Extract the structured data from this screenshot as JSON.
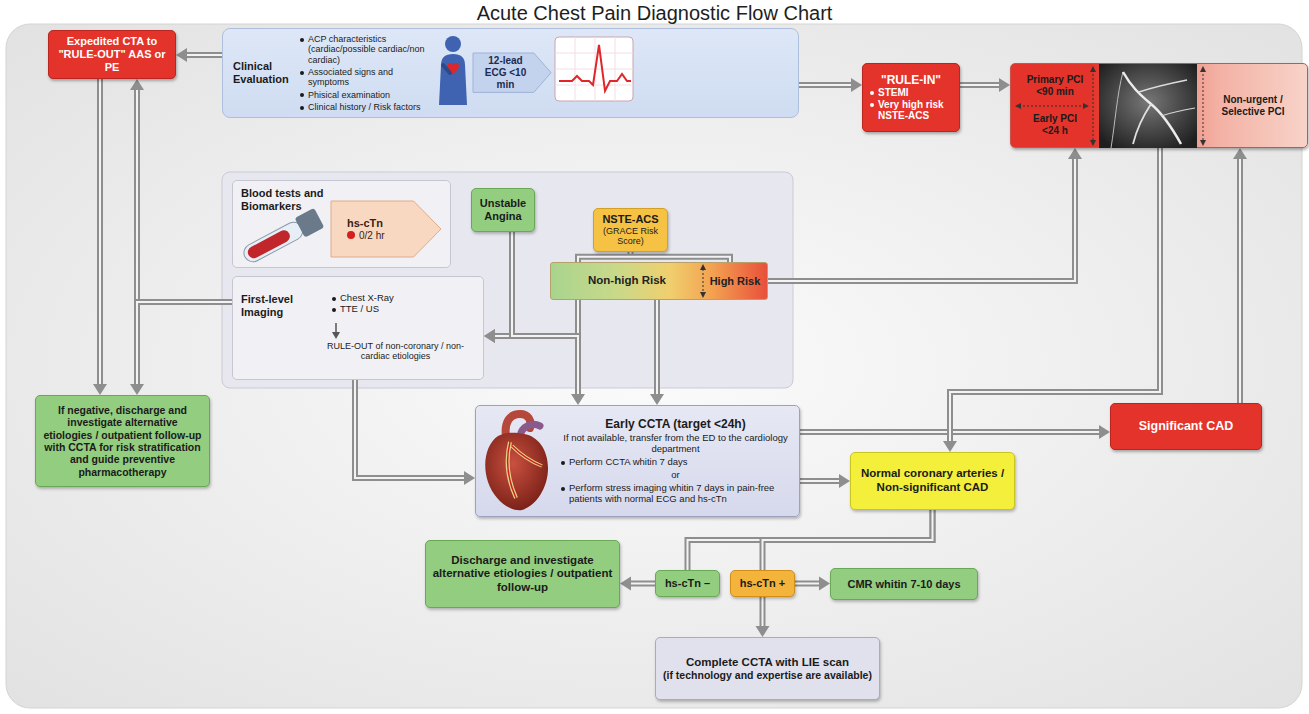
{
  "diagram": {
    "title": "Acute Chest Pain Diagnostic Flow Chart",
    "nodes": [
      {
        "text": [
          "Clinical Evaluation",
          "ACP characteristics (cardiac/possible cardiac/non cardiac)",
          "Associated signs and symptoms",
          "Phisical examination",
          "Clinical history / Risk factors"
        ]
      },
      {
        "text": [
          "12-lead ECG <10 min"
        ],
        "in": 0
      },
      {
        "text": [
          "Expedited CTA to \"RULE-OUT\" AAS or PE"
        ]
      },
      {
        "text": [
          "\"RULE-IN\"",
          "STEMI",
          "Very high risk NSTE-ACS"
        ]
      },
      {
        "text": [
          "Primary PCI <90 min",
          "Early PCI <24 h",
          "Non-urgent / Selective PCI"
        ]
      },
      {
        "text": [
          "Blood tests and Biomarkers"
        ]
      },
      {
        "text": [
          "hs-cTn",
          "0/2 hr"
        ],
        "in": 5
      },
      {
        "text": [
          "First-level Imaging",
          "Chest X-Ray",
          "TTE / US",
          "RULE-OUT of non-coronary / non-cardiac etiologies"
        ]
      },
      {
        "text": [
          "Unstable Angina"
        ]
      },
      {
        "text": [
          "NSTE-ACS",
          "(GRACE Risk Score)"
        ]
      },
      {
        "text": [
          "Non-high Risk",
          "High Risk"
        ]
      },
      {
        "text": [
          "If negative, discharge and investigate alternative etiologies / outpatient follow-up with CCTA for risk stratification and guide preventive pharmacotherapy"
        ]
      },
      {
        "text": [
          "Early CCTA (target <24h)",
          "If not available, transfer from the ED to the cardiology department",
          "Perform CCTA whitin 7 days",
          "or",
          "Perform stress imaging whitin 7 days in pain-free patients with normal ECG and hs-cTn"
        ]
      },
      {
        "text": [
          "Significant CAD"
        ]
      },
      {
        "text": [
          "Normal coronary arteries / Non-significant CAD"
        ]
      },
      {
        "text": [
          "Discharge and investigate alternative etiologies / outpatient follow-up"
        ]
      },
      {
        "text": [
          "hs-cTn –"
        ]
      },
      {
        "text": [
          "hs-cTn +"
        ]
      },
      {
        "text": [
          "CMR whitin 7-10 days"
        ]
      },
      {
        "text": [
          "Complete CCTA with LIE scan",
          "(if technology and expertise are available)"
        ]
      }
    ],
    "edges": [
      {
        "from": 0,
        "to": 2,
        "arrow": "to"
      },
      {
        "from": 0,
        "to": 3,
        "arrow": "to"
      },
      {
        "from": 3,
        "to": 4,
        "arrow": "to"
      },
      {
        "from": 2,
        "to": 11,
        "arrow": "to"
      },
      {
        "from": 7,
        "to": 2,
        "arrow": "to"
      },
      {
        "from": 7,
        "to": 11,
        "arrow": "to"
      },
      {
        "from": 9,
        "to": 10,
        "arrow": "none"
      },
      {
        "from": 8,
        "to": 7,
        "arrow": "to"
      },
      {
        "from": 10,
        "to": 7,
        "arrow": "to"
      },
      {
        "from": 8,
        "to": 12,
        "arrow": "to"
      },
      {
        "from": 10,
        "to": 12,
        "arrow": "to"
      },
      {
        "from": 10,
        "to": 4,
        "arrow": "to"
      },
      {
        "from": 7,
        "to": 12,
        "arrow": "to"
      },
      {
        "from": 12,
        "to": 13,
        "arrow": "to"
      },
      {
        "from": 12,
        "to": 14,
        "arrow": "to"
      },
      {
        "from": 4,
        "to": 14,
        "arrow": "to"
      },
      {
        "from": 13,
        "to": 4,
        "arrow": "to"
      },
      {
        "from": 14,
        "to": 16,
        "arrow": "none"
      },
      {
        "from": 14,
        "to": 17,
        "arrow": "none"
      },
      {
        "from": 16,
        "to": 15,
        "arrow": "to"
      },
      {
        "from": 17,
        "to": 18,
        "arrow": "to"
      },
      {
        "from": 17,
        "to": 19,
        "arrow": "to"
      }
    ]
  }
}
